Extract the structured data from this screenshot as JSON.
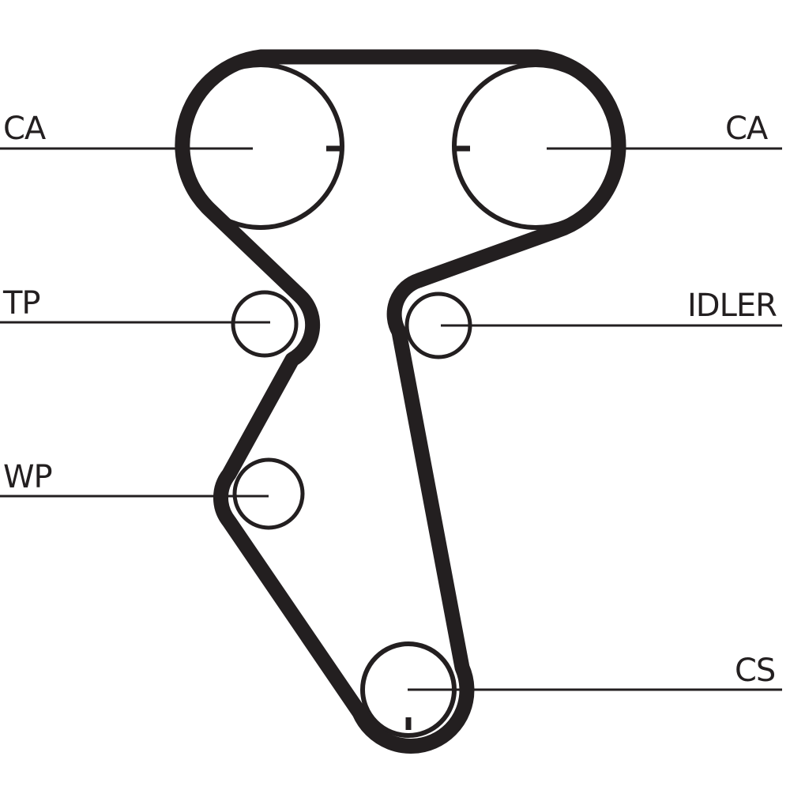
{
  "labels": {
    "camshaft_left": "CA",
    "camshaft_right": "CA",
    "tensioner": "TP",
    "idler": "IDLER",
    "water_pump": "WP",
    "crankshaft": "CS"
  },
  "colors": {
    "ink": "#231f20",
    "background": "#ffffff"
  }
}
